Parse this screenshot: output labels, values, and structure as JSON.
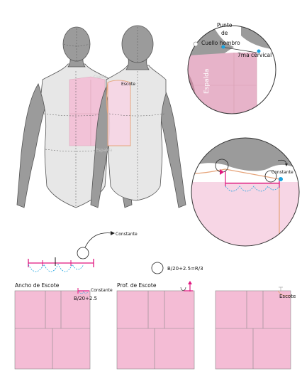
{
  "colors": {
    "pink": "#f4bcd5",
    "pink_dark": "#d9a0b5",
    "magenta": "#e0167f",
    "orange": "#e6a47a",
    "blue": "#1aa3e0",
    "gray_dark": "#9b9b9b",
    "gray_light": "#e7e7e7",
    "line": "#555555"
  },
  "labels": {
    "cuello": "Cuello",
    "escote_figure": "Escote",
    "espalda": "Espalda",
    "zoom_top": {
      "punto": "Punto",
      "de": "de",
      "cuello_hombro": "Cuello hombro",
      "cervical": "7ma cervical",
      "espalda_vertical": "Espalda"
    },
    "zoom_bottom_constante": "Constante",
    "constante_mid": "Constante",
    "formula": "B/20+2.5=R/3"
  },
  "panels": [
    {
      "title": "Ancho de Escote",
      "formula": "B/20+2.5",
      "annotation": "Constante"
    },
    {
      "title": "Prof. de Escote"
    },
    {
      "title": "",
      "annotation": "Escote"
    }
  ]
}
